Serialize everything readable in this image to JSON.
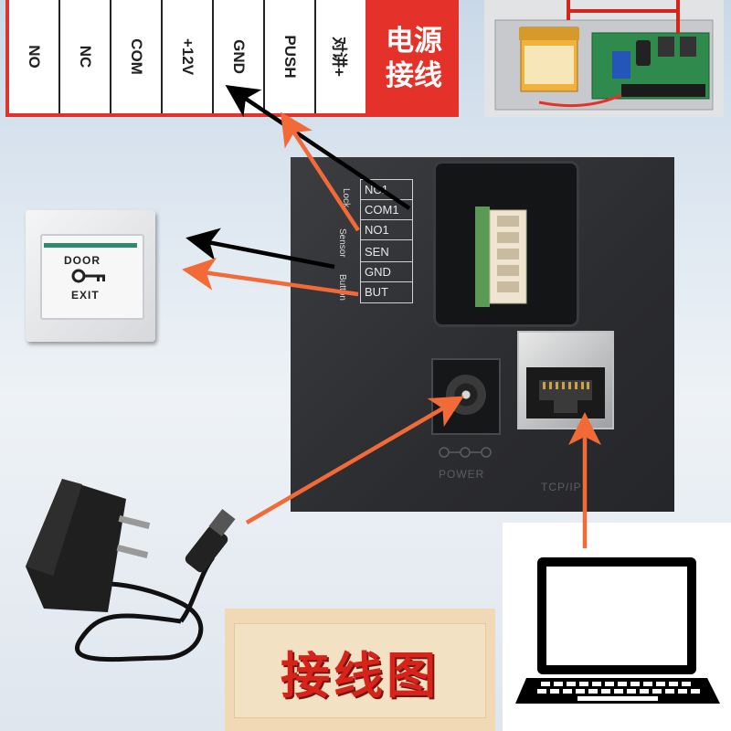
{
  "power_terminal": {
    "terminals": [
      "NO",
      "NC",
      "COM",
      "+12V",
      "GND",
      "PUSH",
      "对讲+"
    ],
    "title_line1": "电源",
    "title_line2": "接线"
  },
  "exit_button": {
    "line1": "DOOR",
    "line2": "EXIT",
    "icon": "key-icon"
  },
  "device_panel": {
    "terminals": [
      "NC1",
      "COM1",
      "NO1",
      "SEN",
      "GND",
      "BUT"
    ],
    "group_labels": [
      "Lock",
      "Sensor",
      "Button"
    ],
    "power_label": "POWER",
    "network_label": "TCP/IP"
  },
  "banner": {
    "title": "接线图"
  },
  "colors": {
    "accent_red": "#e4322b",
    "arrow_orange": "#f26a38",
    "arrow_black": "#000000",
    "panel_dark": "#2f3033"
  }
}
